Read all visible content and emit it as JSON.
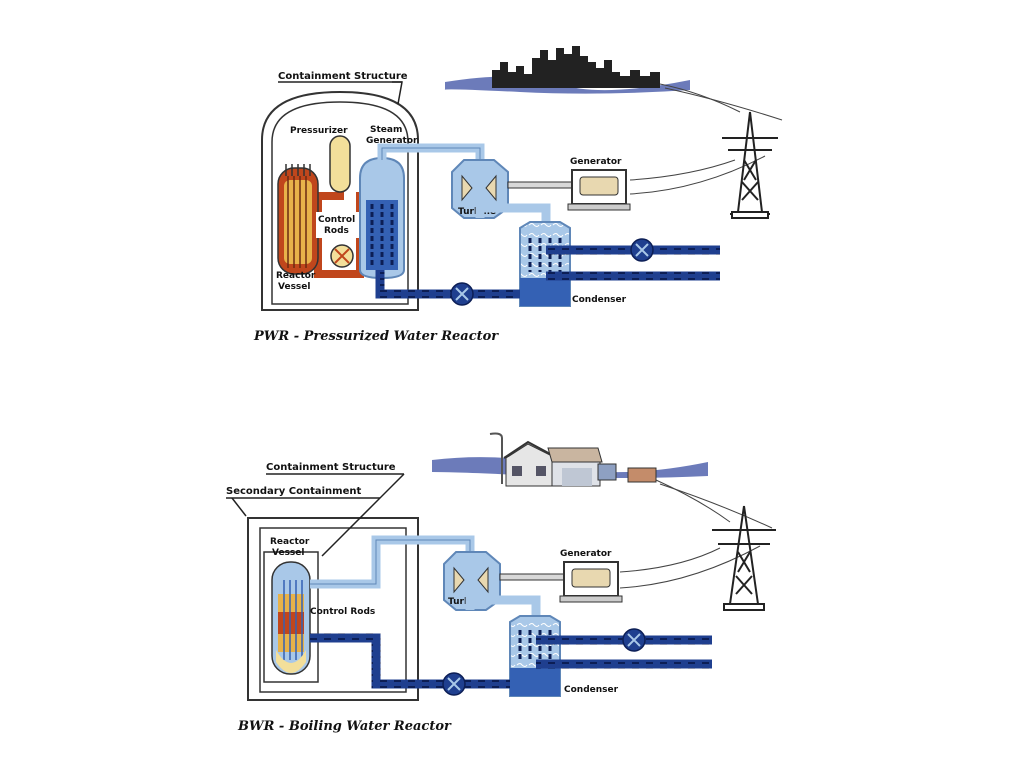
{
  "pwr": {
    "containment_label": "Containment Structure",
    "pressurizer_label": "Pressurizer",
    "steam_generator_label_1": "Steam",
    "steam_generator_label_2": "Generator",
    "control_rods_label_1": "Control",
    "control_rods_label_2": "Rods",
    "reactor_vessel_label_1": "Reactor",
    "reactor_vessel_label_2": "Vessel",
    "turbine_label": "Turbine",
    "generator_label": "Generator",
    "condenser_label": "Condenser",
    "caption": "PWR - Pressurized Water Reactor"
  },
  "bwr": {
    "containment_label": "Containment Structure",
    "secondary_containment_label": "Secondary Containment",
    "reactor_vessel_label_1": "Reactor",
    "reactor_vessel_label_2": "Vessel",
    "control_rods_label": "Control Rods",
    "turbine_label": "Turbine",
    "generator_label": "Generator",
    "condenser_label": "Condenser",
    "caption": "BWR - Boiling Water Reactor"
  },
  "colors": {
    "steam": "#a9c8e8",
    "steam_edge": "#5f87b8",
    "water": "#1f3f8f",
    "water_dark": "#0c1e55",
    "hot_loop": "#c0461c",
    "core": "#e8b24a",
    "pressurizer": "#f3df9a",
    "outline": "#333333"
  }
}
